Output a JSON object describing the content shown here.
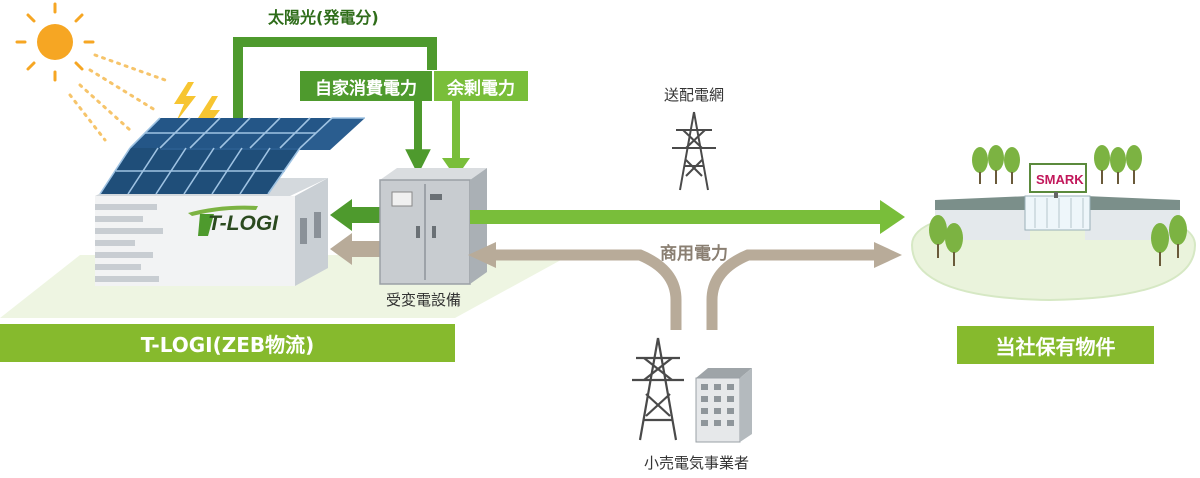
{
  "labels": {
    "solar": "太陽光(発電分)",
    "self_consumption": "自家消費電力",
    "surplus": "余剰電力",
    "grid": "送配電網",
    "commercial_power": "商用電力",
    "substation": "受変電設備",
    "retailer": "小売電気事業者",
    "tlogi_banner": "T-LOGI(ZEB物流)",
    "owned_banner": "当社保有物件"
  },
  "logos": {
    "tlogi": "T-LOGI",
    "smark": "SMARK"
  },
  "colors": {
    "dark_green": "#4e9a2d",
    "light_green": "#79be3a",
    "banner_green": "#86ba2d",
    "commercial_tan": "#b8ab99",
    "sun": "#f6a623"
  }
}
